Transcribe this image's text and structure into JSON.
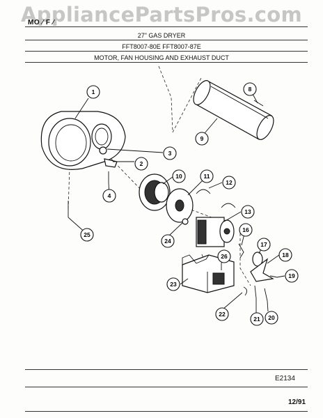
{
  "watermark": "AppliancePartsPros.com",
  "header": {
    "section_title": "MO  ⁄  F  ⁄",
    "line1": "27\" GAS DRYER",
    "line2": "FFT8007-80E  FFT8007-87E",
    "line3": "MOTOR, FAN HOUSING AND EXHAUST DUCT"
  },
  "callouts": [
    {
      "num": "1"
    },
    {
      "num": "2"
    },
    {
      "num": "3"
    },
    {
      "num": "4"
    },
    {
      "num": "8"
    },
    {
      "num": "9"
    },
    {
      "num": "10"
    },
    {
      "num": "11"
    },
    {
      "num": "12"
    },
    {
      "num": "13"
    },
    {
      "num": "16"
    },
    {
      "num": "17"
    },
    {
      "num": "18"
    },
    {
      "num": "19"
    },
    {
      "num": "20"
    },
    {
      "num": "21"
    },
    {
      "num": "22"
    },
    {
      "num": "23"
    },
    {
      "num": "24"
    },
    {
      "num": "25"
    },
    {
      "num": "26"
    }
  ],
  "footer": {
    "diagram_code": "E2134",
    "date": "12/91"
  }
}
